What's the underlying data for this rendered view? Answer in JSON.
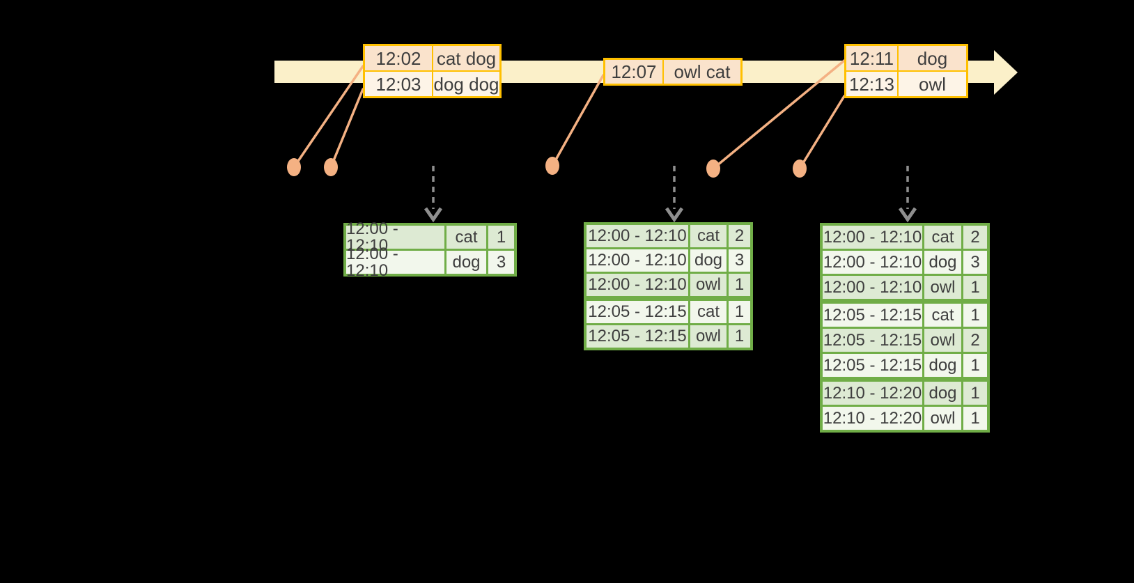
{
  "colors": {
    "bg": "#000000",
    "band": "#FBF0C9",
    "gold": "#FFC000",
    "peach": "#FAE3CC",
    "cream": "#FDF4E7",
    "connector": "#F4B183",
    "green": "#70AD47",
    "green_a": "#DDEAD3",
    "green_b": "#F2F7EC",
    "gray": "#8F8F8F",
    "text": "#3E3E3E"
  },
  "timeline_events": [
    {
      "rows": [
        {
          "time": "12:02",
          "words": "cat dog"
        },
        {
          "time": "12:03",
          "words": "dog dog"
        }
      ]
    },
    {
      "rows": [
        {
          "time": "12:07",
          "words": "owl cat"
        }
      ]
    },
    {
      "rows": [
        {
          "time": "12:11",
          "words": "dog"
        },
        {
          "time": "12:13",
          "words": "owl"
        }
      ]
    }
  ],
  "result_tables": [
    {
      "rows": [
        {
          "window": "12:00 - 12:10",
          "word": "cat",
          "count": 1
        },
        {
          "window": "12:00 - 12:10",
          "word": "dog",
          "count": 3
        }
      ]
    },
    {
      "rows": [
        {
          "window": "12:00 - 12:10",
          "word": "cat",
          "count": 2
        },
        {
          "window": "12:00 - 12:10",
          "word": "dog",
          "count": 3
        },
        {
          "window": "12:00 - 12:10",
          "word": "owl",
          "count": 1
        },
        {
          "window": "12:05 - 12:15",
          "word": "cat",
          "count": 1
        },
        {
          "window": "12:05 - 12:15",
          "word": "owl",
          "count": 1
        }
      ]
    },
    {
      "rows": [
        {
          "window": "12:00 - 12:10",
          "word": "cat",
          "count": 2
        },
        {
          "window": "12:00 - 12:10",
          "word": "dog",
          "count": 3
        },
        {
          "window": "12:00 - 12:10",
          "word": "owl",
          "count": 1
        },
        {
          "window": "12:05 - 12:15",
          "word": "cat",
          "count": 1
        },
        {
          "window": "12:05 - 12:15",
          "word": "owl",
          "count": 2
        },
        {
          "window": "12:05 - 12:15",
          "word": "dog",
          "count": 1
        },
        {
          "window": "12:10 - 12:20",
          "word": "dog",
          "count": 1
        },
        {
          "window": "12:10 - 12:20",
          "word": "owl",
          "count": 1
        }
      ]
    }
  ]
}
